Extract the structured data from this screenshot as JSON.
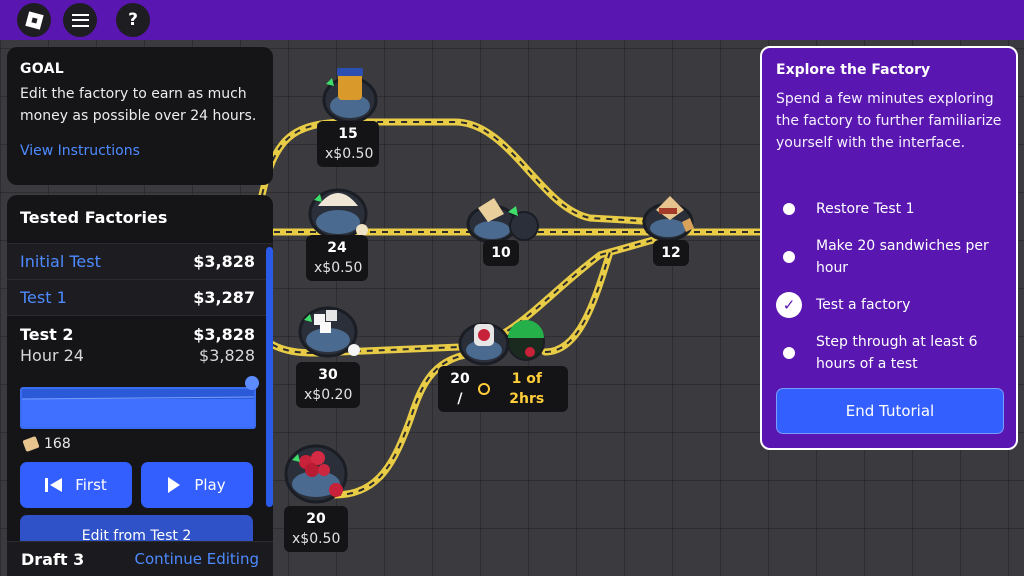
{
  "topbar": {
    "help_label": "?"
  },
  "goal": {
    "title": "GOAL",
    "text": "Edit the factory to earn as much money as possible over 24 hours.",
    "link": "View Instructions"
  },
  "tested": {
    "title": "Tested Factories",
    "rows": [
      {
        "name": "Initial Test",
        "value": "$3,828"
      },
      {
        "name": "Test 1",
        "value": "$3,287"
      }
    ],
    "current": {
      "name": "Test 2",
      "value": "$3,828",
      "hour": "Hour 24",
      "hour_value": "$3,828"
    },
    "count": "168",
    "first_label": "First",
    "play_label": "Play",
    "edit_label": "Edit from Test 2"
  },
  "draft": {
    "name": "Draft 3",
    "link": "Continue Editing"
  },
  "nodes": {
    "jar": {
      "count": "15",
      "price": "x$0.50"
    },
    "bread": {
      "count": "24",
      "price": "x$0.50"
    },
    "sugar": {
      "count": "30",
      "price": "x$0.20"
    },
    "berry": {
      "count": "20",
      "price": "x$0.50"
    },
    "toaster": {
      "count": "10"
    },
    "sandwich": {
      "count": "12"
    },
    "jam": {
      "count": "20 /",
      "progress": "1 of 2hrs"
    }
  },
  "tutorial": {
    "title": "Explore the Factory",
    "text": "Spend a few minutes exploring the factory to further familiarize yourself with the interface.",
    "steps": [
      {
        "label": "Restore Test 1",
        "done": false
      },
      {
        "label": "Make 20 sandwiches per hour",
        "done": false
      },
      {
        "label": "Test a factory",
        "done": true
      },
      {
        "label": "Step through at least 6 hours of a test",
        "done": false
      }
    ],
    "button": "End Tutorial"
  },
  "colors": {
    "accent": "#5a16b0",
    "button": "#335fff",
    "link": "#4e8bff",
    "belt": "#f2d34a"
  }
}
